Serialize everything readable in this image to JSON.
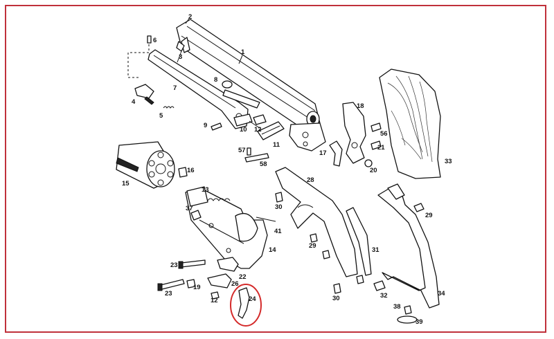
{
  "colors": {
    "frame": "#c0303a",
    "highlight": "#d42a2a",
    "ink": "#111111"
  },
  "labels": {
    "l1": "1",
    "l2": "2",
    "l3": "3",
    "l4": "4",
    "l5": "5",
    "l6": "6",
    "l7": "7",
    "l8": "8",
    "l9": "9",
    "l10": "10",
    "l11": "11",
    "l12a": "12",
    "l12b": "12",
    "l13": "13",
    "l14": "14",
    "l15": "15",
    "l16": "16",
    "l17": "17",
    "l18": "18",
    "l19": "19",
    "l20": "20",
    "l21": "21",
    "l22": "22",
    "l23a": "23",
    "l23b": "23",
    "l24": "24",
    "l26": "26",
    "l28": "28",
    "l29a": "29",
    "l29b": "29",
    "l30a": "30",
    "l30b": "30",
    "l31": "31",
    "l32": "32",
    "l33": "33",
    "l34": "34",
    "l37": "37",
    "l38": "38",
    "l39": "39",
    "l41": "41",
    "l56": "56",
    "l57": "57",
    "l58": "58"
  }
}
